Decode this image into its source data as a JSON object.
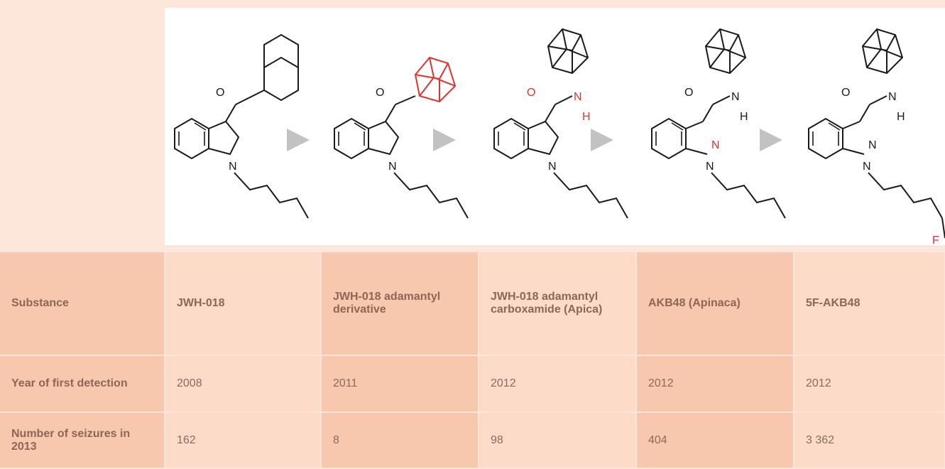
{
  "structures": [
    {
      "atoms": [
        "O",
        "N"
      ]
    },
    {
      "atoms": [
        "O",
        "N"
      ]
    },
    {
      "atoms": [
        "O",
        "N",
        "H",
        "N"
      ]
    },
    {
      "atoms": [
        "O",
        "N",
        "H",
        "N",
        "N"
      ]
    },
    {
      "atoms": [
        "O",
        "N",
        "H",
        "N",
        "N",
        "F"
      ]
    }
  ],
  "colors": {
    "highlight": "#e0322f",
    "bond": "#1a1a1a",
    "arrow": "#c2c2c2"
  },
  "table": {
    "row_headers": [
      "Substance",
      "Year of first detection",
      "Number of seizures in 2013"
    ],
    "substances": [
      "JWH-018",
      "JWH-018 adamantyl derivative",
      "JWH-018 adamantyl carboxamide (Apica)",
      "AKB48 (Apinaca)",
      "5F-AKB48"
    ],
    "years": [
      "2008",
      "2011",
      "2012",
      "2012",
      "2012"
    ],
    "seizures": [
      "162",
      "8",
      "98",
      "404",
      "3 362"
    ]
  }
}
